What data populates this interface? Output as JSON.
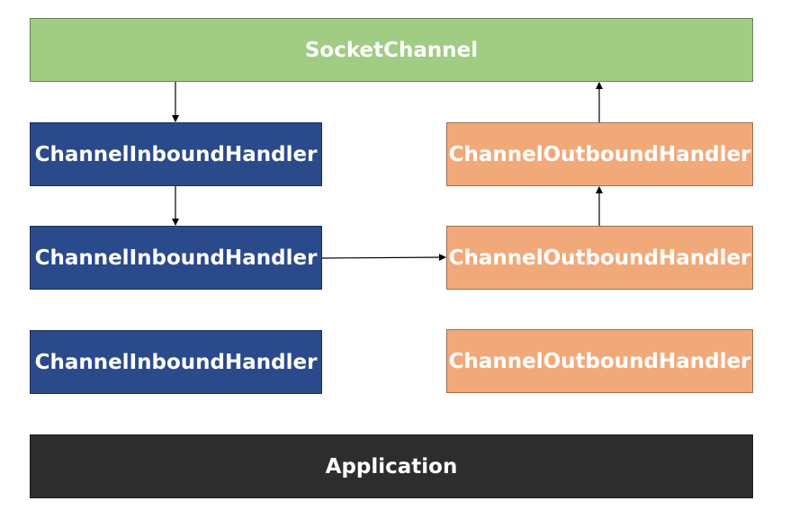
{
  "colors": {
    "socket": "#a0cc84",
    "inbound": "#2b4a8c",
    "outbound": "#f2a97a",
    "application": "#2d2d2d",
    "arrow": "#000000"
  },
  "diagram": {
    "socket_label": "SocketChannel",
    "inbound": [
      {
        "label": "ChannelInboundHandler"
      },
      {
        "label": "ChannelInboundHandler"
      },
      {
        "label": "ChannelInboundHandler"
      }
    ],
    "outbound": [
      {
        "label": "ChannelOutboundHandler"
      },
      {
        "label": "ChannelOutboundHandler"
      },
      {
        "label": "ChannelOutboundHandler"
      }
    ],
    "application_label": "Application"
  }
}
